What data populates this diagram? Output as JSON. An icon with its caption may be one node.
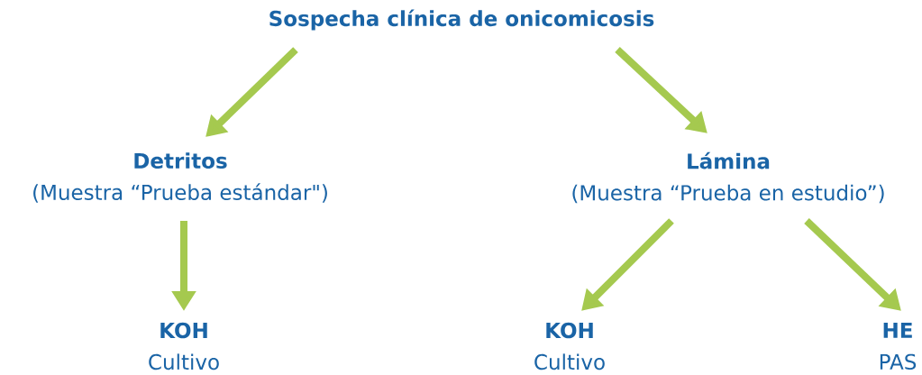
{
  "diagram": {
    "nodes": [
      {
        "text": [
          "Sospecha clínica de onicomicosis"
        ]
      },
      {
        "text": [
          "Detritos",
          "(Muestra “Prueba estándar\")"
        ]
      },
      {
        "text": [
          "Lámina",
          "(Muestra “Prueba en estudio”)"
        ]
      },
      {
        "text": [
          "KOH",
          "Cultivo"
        ]
      },
      {
        "text": [
          "KOH",
          "Cultivo"
        ]
      },
      {
        "text": [
          "HE",
          "PAS"
        ]
      }
    ],
    "edges": [
      {
        "from": 0,
        "to": 1,
        "arrow": "to"
      },
      {
        "from": 0,
        "to": 2,
        "arrow": "to"
      },
      {
        "from": 1,
        "to": 3,
        "arrow": "to"
      },
      {
        "from": 2,
        "to": 4,
        "arrow": "to"
      },
      {
        "from": 2,
        "to": 5,
        "arrow": "to"
      }
    ]
  }
}
